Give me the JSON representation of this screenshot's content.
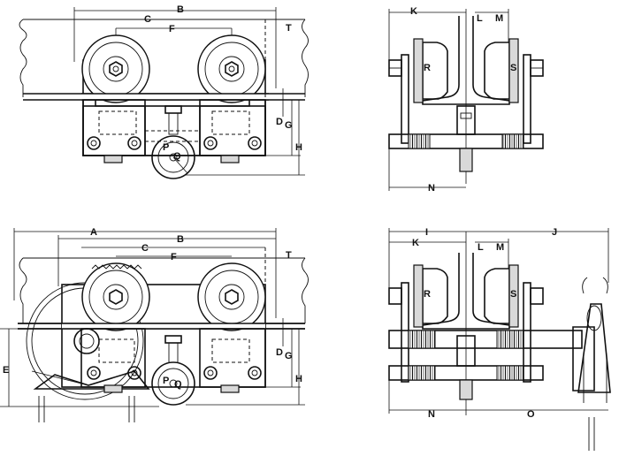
{
  "views": {
    "top_left": {
      "labels": {
        "B": "B",
        "C": "C",
        "F": "F",
        "T": "T",
        "D": "D",
        "G": "G",
        "H": "H",
        "P": "P",
        "Q": "Q"
      }
    },
    "top_right": {
      "labels": {
        "K": "K",
        "L": "L",
        "M": "M",
        "R": "R",
        "S": "S",
        "N": "N"
      }
    },
    "bottom_left": {
      "labels": {
        "A": "A",
        "B": "B",
        "C": "C",
        "F": "F",
        "T": "T",
        "E": "E",
        "D": "D",
        "G": "G",
        "H": "H",
        "P": "P",
        "Q": "Q"
      }
    },
    "bottom_right": {
      "labels": {
        "I": "I",
        "J": "J",
        "K": "K",
        "L": "L",
        "M": "M",
        "R": "R",
        "S": "S",
        "N": "N",
        "O": "O"
      }
    }
  }
}
